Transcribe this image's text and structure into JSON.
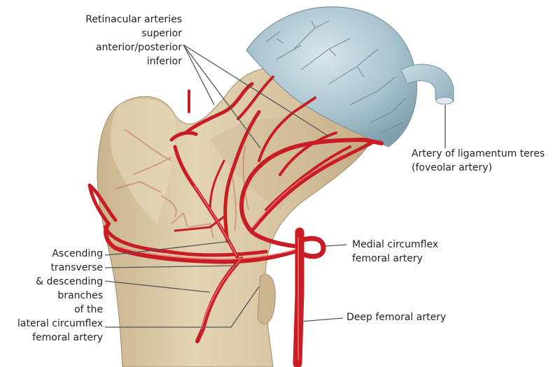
{
  "diagram": {
    "subject": "Blood supply of the proximal femur (femoral head and neck)",
    "colors": {
      "bone": "#d9c7a3",
      "bone_shadow": "#b8a27c",
      "artery": "#d8232a",
      "artery_highlight": "#f07a7a",
      "capsule": "#a9c3cf",
      "capsule_vessels": "#6f8a99",
      "leader_line": "#555555",
      "text": "#222222"
    }
  },
  "labels": {
    "retinacular": {
      "lines": [
        "Retinacular arteries",
        "superior",
        "anterior/posterior",
        "inferior"
      ]
    },
    "ligamentum_teres": {
      "lines": [
        "Artery of ligamentum teres",
        "(foveolar artery)"
      ]
    },
    "medial_circumflex": {
      "lines": [
        "Medial circumflex",
        "femoral artery"
      ]
    },
    "deep_femoral": {
      "lines": [
        "Deep femoral artery"
      ]
    },
    "lateral_circumflex": {
      "lines": [
        "Ascending",
        "transverse",
        "& descending",
        "branches",
        "of the",
        "lateral circumflex",
        "femoral artery"
      ]
    }
  }
}
